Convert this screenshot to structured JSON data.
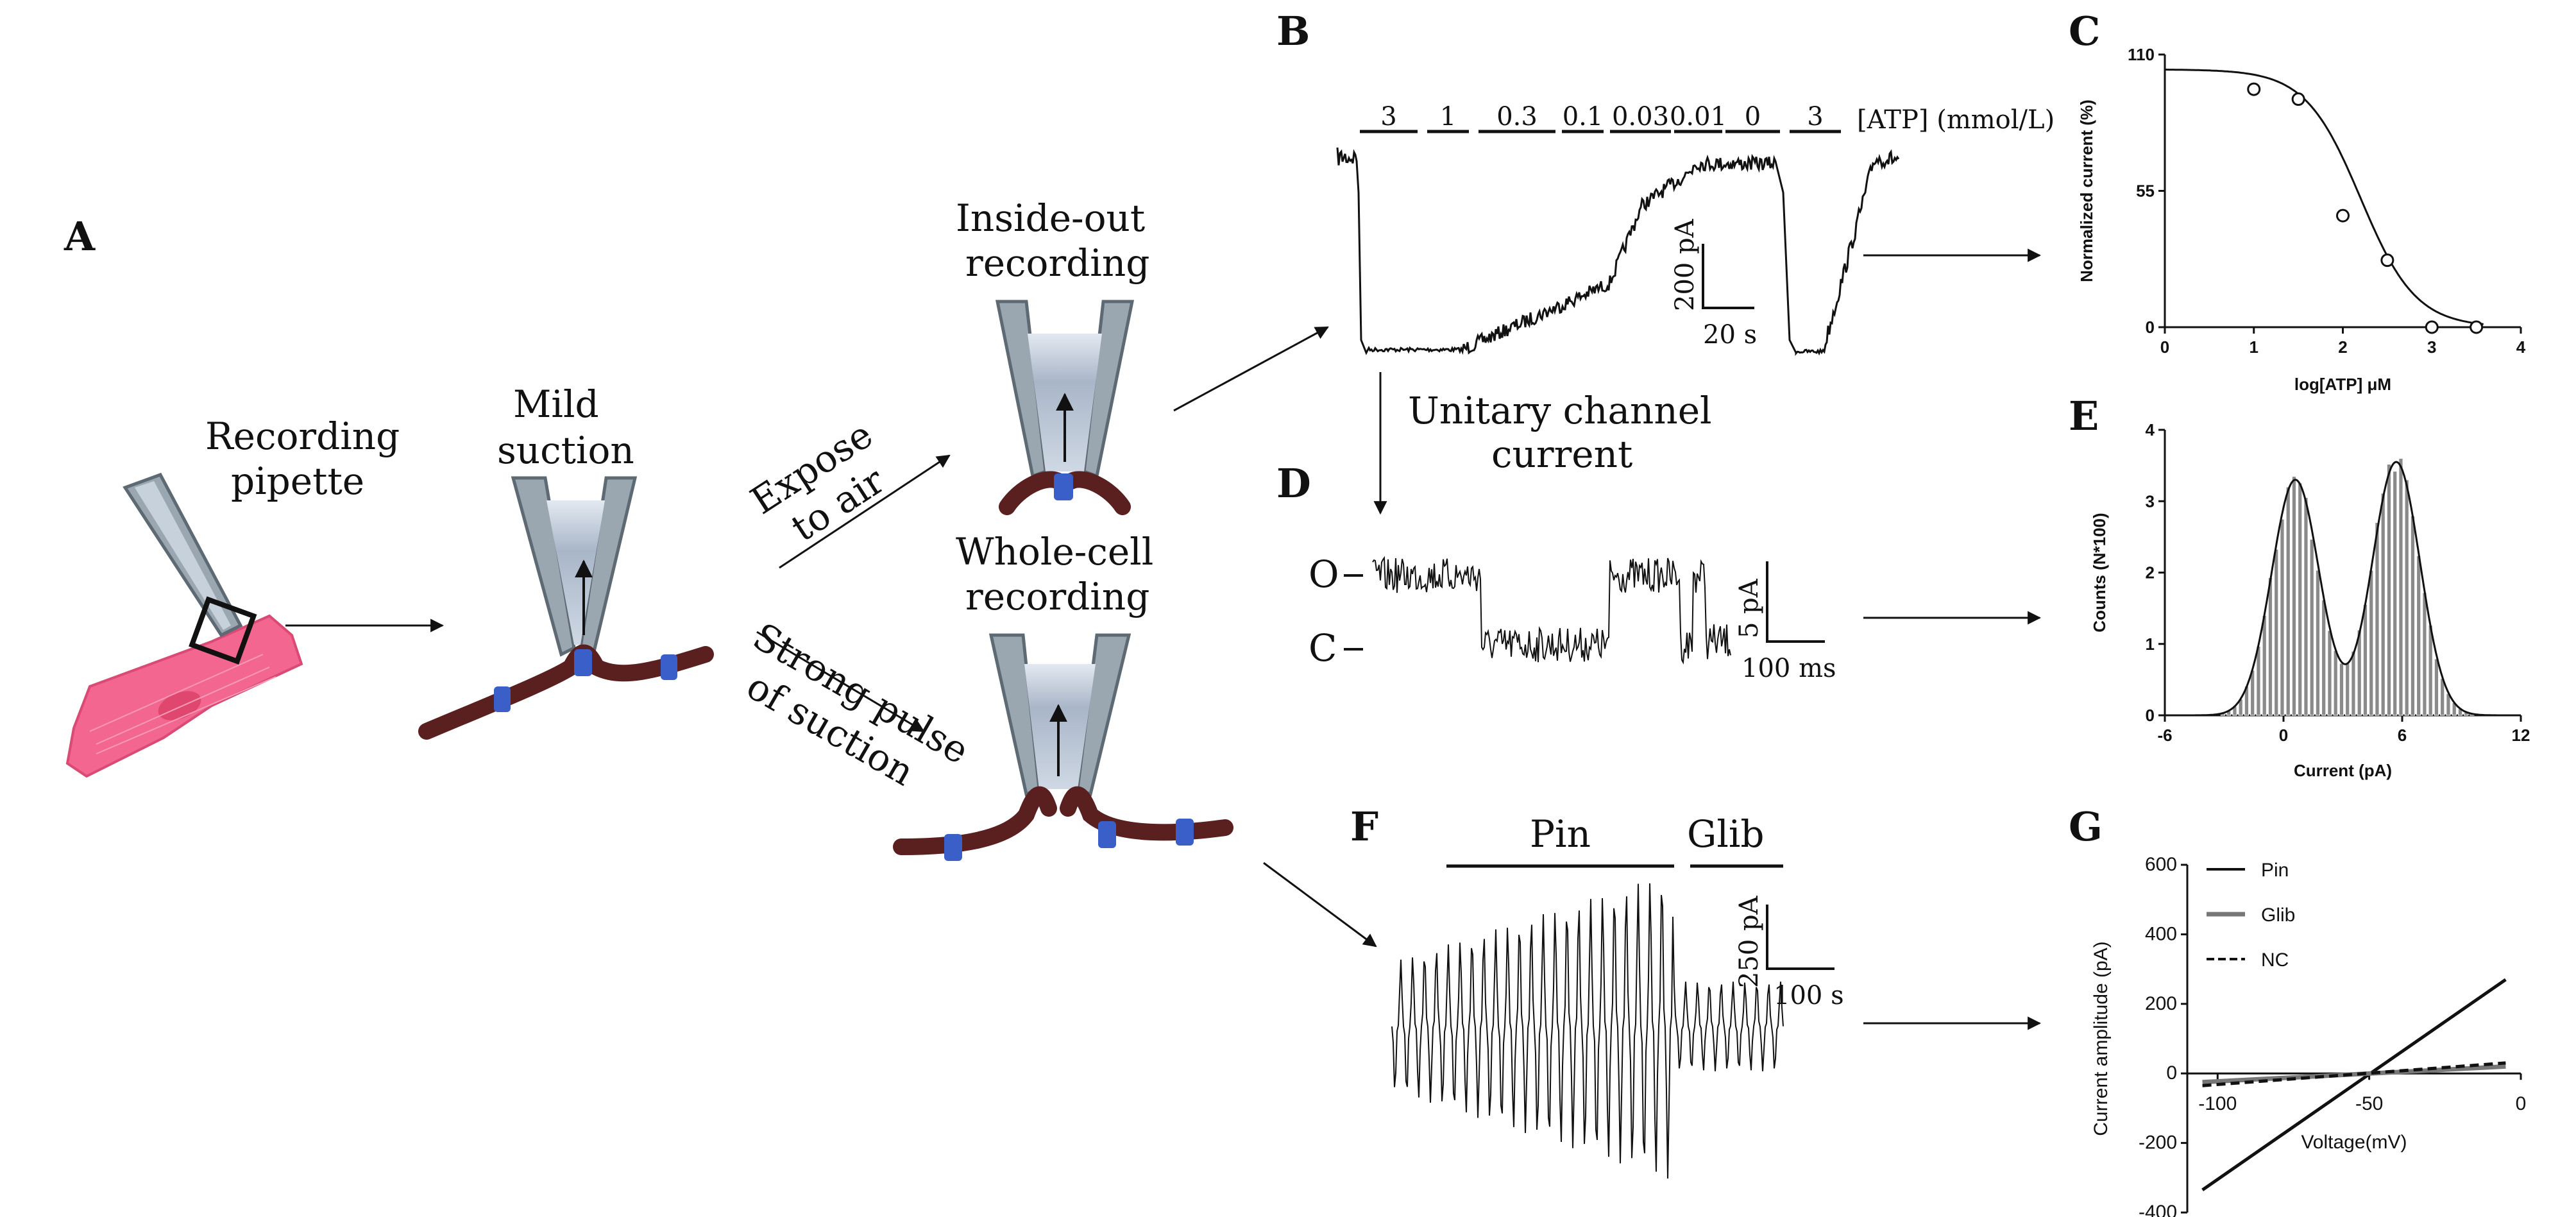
{
  "panels": {
    "A": {
      "letter": "A",
      "recording_pipette": [
        "Recording",
        "pipette"
      ],
      "mild_suction": [
        "Mild",
        "suction"
      ],
      "expose_to_air": [
        "Expose",
        "to air"
      ],
      "strong_pulse": [
        "Strong pulse",
        "of suction"
      ],
      "inside_out": [
        "Inside-out",
        "recording"
      ],
      "whole_cell": [
        "Whole-cell",
        "recording"
      ]
    },
    "B": {
      "letter": "B",
      "concentrations": [
        "3",
        "1",
        "0.3",
        "0.1",
        "0.03",
        "0.01",
        "0",
        "3"
      ],
      "atp_label": "[ATP] (mmol/L)",
      "scale_y": "200 pA",
      "scale_x": "20 s"
    },
    "D": {
      "letter": "D",
      "title": [
        "Unitary channel",
        "current"
      ],
      "open_label": "O",
      "closed_label": "C",
      "scale_y": "5 pA",
      "scale_x": "100 ms"
    },
    "F": {
      "letter": "F",
      "pin_label": "Pin",
      "glib_label": "Glib",
      "scale_y": "250 pA",
      "scale_x": "100 s"
    },
    "C": {
      "letter": "C"
    },
    "E": {
      "letter": "E"
    },
    "G": {
      "letter": "G"
    }
  },
  "colors": {
    "cell": "#f2668f",
    "membrane": "#5a1f1f",
    "channel": "#3a5fc8",
    "pipette": "#8d9aa3",
    "pipette_fill": "#b9c6d6",
    "ink": "#111111",
    "hist_bar": "#8a8a8a"
  },
  "chart_data": [
    {
      "type": "scatter",
      "panel": "C",
      "xlabel": "log[ATP] μM",
      "ylabel": "Normalized current (%)",
      "xlim": [
        0,
        4
      ],
      "ylim": [
        0,
        110
      ],
      "xticks": [
        0,
        1,
        2,
        3,
        4
      ],
      "yticks": [
        0,
        55,
        110
      ],
      "points": [
        {
          "x": 1.0,
          "y": 96
        },
        {
          "x": 1.5,
          "y": 92
        },
        {
          "x": 2.0,
          "y": 45
        },
        {
          "x": 2.5,
          "y": 27
        },
        {
          "x": 3.0,
          "y": 0
        },
        {
          "x": 3.5,
          "y": 0
        }
      ],
      "fit": {
        "top": 104,
        "bottom": 0,
        "ic50_log": 2.2,
        "hill": 1.4
      }
    },
    {
      "type": "bar",
      "panel": "E",
      "xlabel": "Current  (pA)",
      "ylabel": "Counts (N*100)",
      "xlim": [
        -6,
        12
      ],
      "ylim": [
        0,
        4
      ],
      "xticks": [
        -6,
        0,
        6,
        12
      ],
      "yticks": [
        0,
        1,
        2,
        3,
        4
      ],
      "bin_width": 0.3,
      "fit": [
        {
          "mean": 0.6,
          "sd": 1.2,
          "amp": 3.3
        },
        {
          "mean": 5.7,
          "sd": 1.2,
          "amp": 3.55
        }
      ]
    },
    {
      "type": "line",
      "panel": "G",
      "xlabel": "Voltage(mV)",
      "ylabel": "Current amplitude (pA)",
      "xlim": [
        -110,
        0
      ],
      "ylim": [
        -400,
        600
      ],
      "xticks": [
        -100,
        -50,
        0
      ],
      "yticks": [
        -400,
        -200,
        0,
        200,
        400,
        600
      ],
      "series": [
        {
          "name": "Pin",
          "style": "solid",
          "color": "#111111",
          "x": [
            -105,
            -5
          ],
          "y": [
            -335,
            270
          ]
        },
        {
          "name": "Glib",
          "style": "solid",
          "color": "#777777",
          "x": [
            -105,
            -5
          ],
          "y": [
            -25,
            20
          ]
        },
        {
          "name": "NC",
          "style": "dashed",
          "color": "#111111",
          "x": [
            -105,
            -5
          ],
          "y": [
            -35,
            30
          ]
        }
      ]
    }
  ]
}
